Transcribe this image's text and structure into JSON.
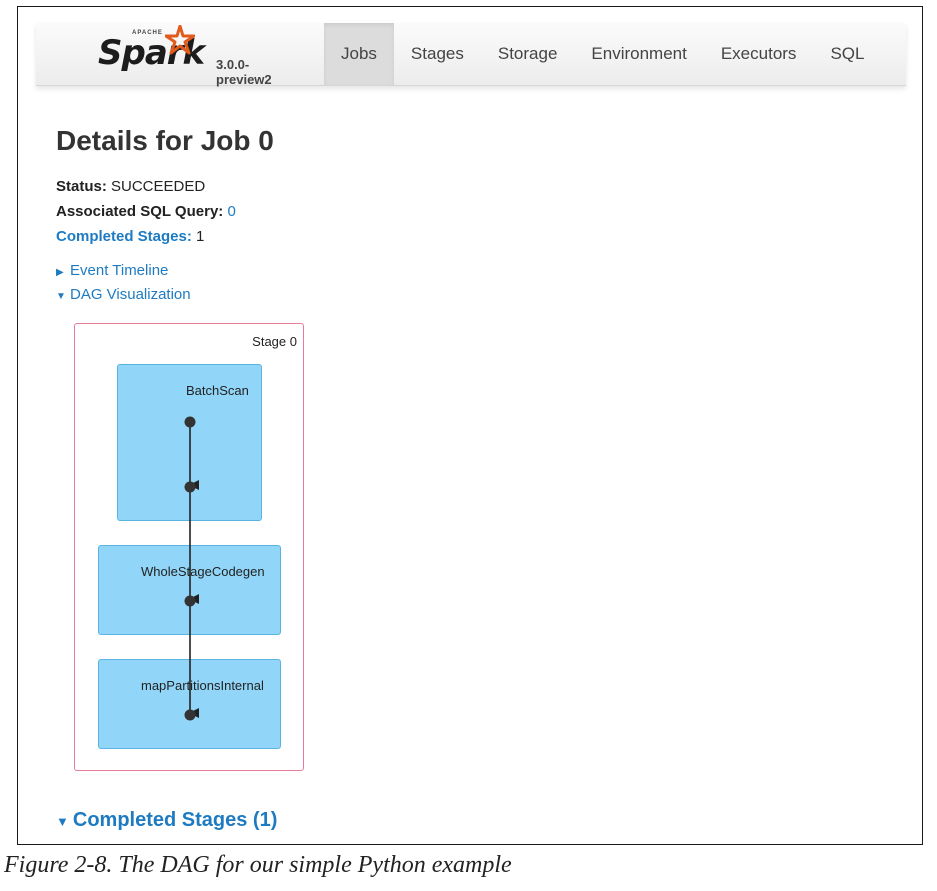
{
  "brand": {
    "apache_label": "APACHE",
    "name": "Spark",
    "version": "3.0.0-preview2",
    "accent": "#e25a1c"
  },
  "nav": {
    "tabs": [
      {
        "label": "Jobs",
        "active": true
      },
      {
        "label": "Stages",
        "active": false
      },
      {
        "label": "Storage",
        "active": false
      },
      {
        "label": "Environment",
        "active": false
      },
      {
        "label": "Executors",
        "active": false
      },
      {
        "label": "SQL",
        "active": false
      }
    ]
  },
  "page": {
    "title": "Details for Job 0",
    "status_label": "Status:",
    "status_value": "SUCCEEDED",
    "sql_label": "Associated SQL Query:",
    "sql_value": "0",
    "completed_label": "Completed Stages:",
    "completed_value": "1",
    "event_timeline": "Event Timeline",
    "dag_visualization": "DAG Visualization",
    "completed_section": "Completed Stages (1)"
  },
  "dag": {
    "stage_label": "Stage 0",
    "nodes": [
      {
        "label": "BatchScan"
      },
      {
        "label": "WholeStageCodegen"
      },
      {
        "label": "mapPartitionsInternal"
      }
    ]
  },
  "caption": "Figure 2-8. The DAG for our simple Python example",
  "colors": {
    "link": "#1e7bc2",
    "node_fill": "#91d6f8",
    "node_border": "#5ab4e2",
    "stage_border": "#e87d9a",
    "edge": "#333333"
  }
}
